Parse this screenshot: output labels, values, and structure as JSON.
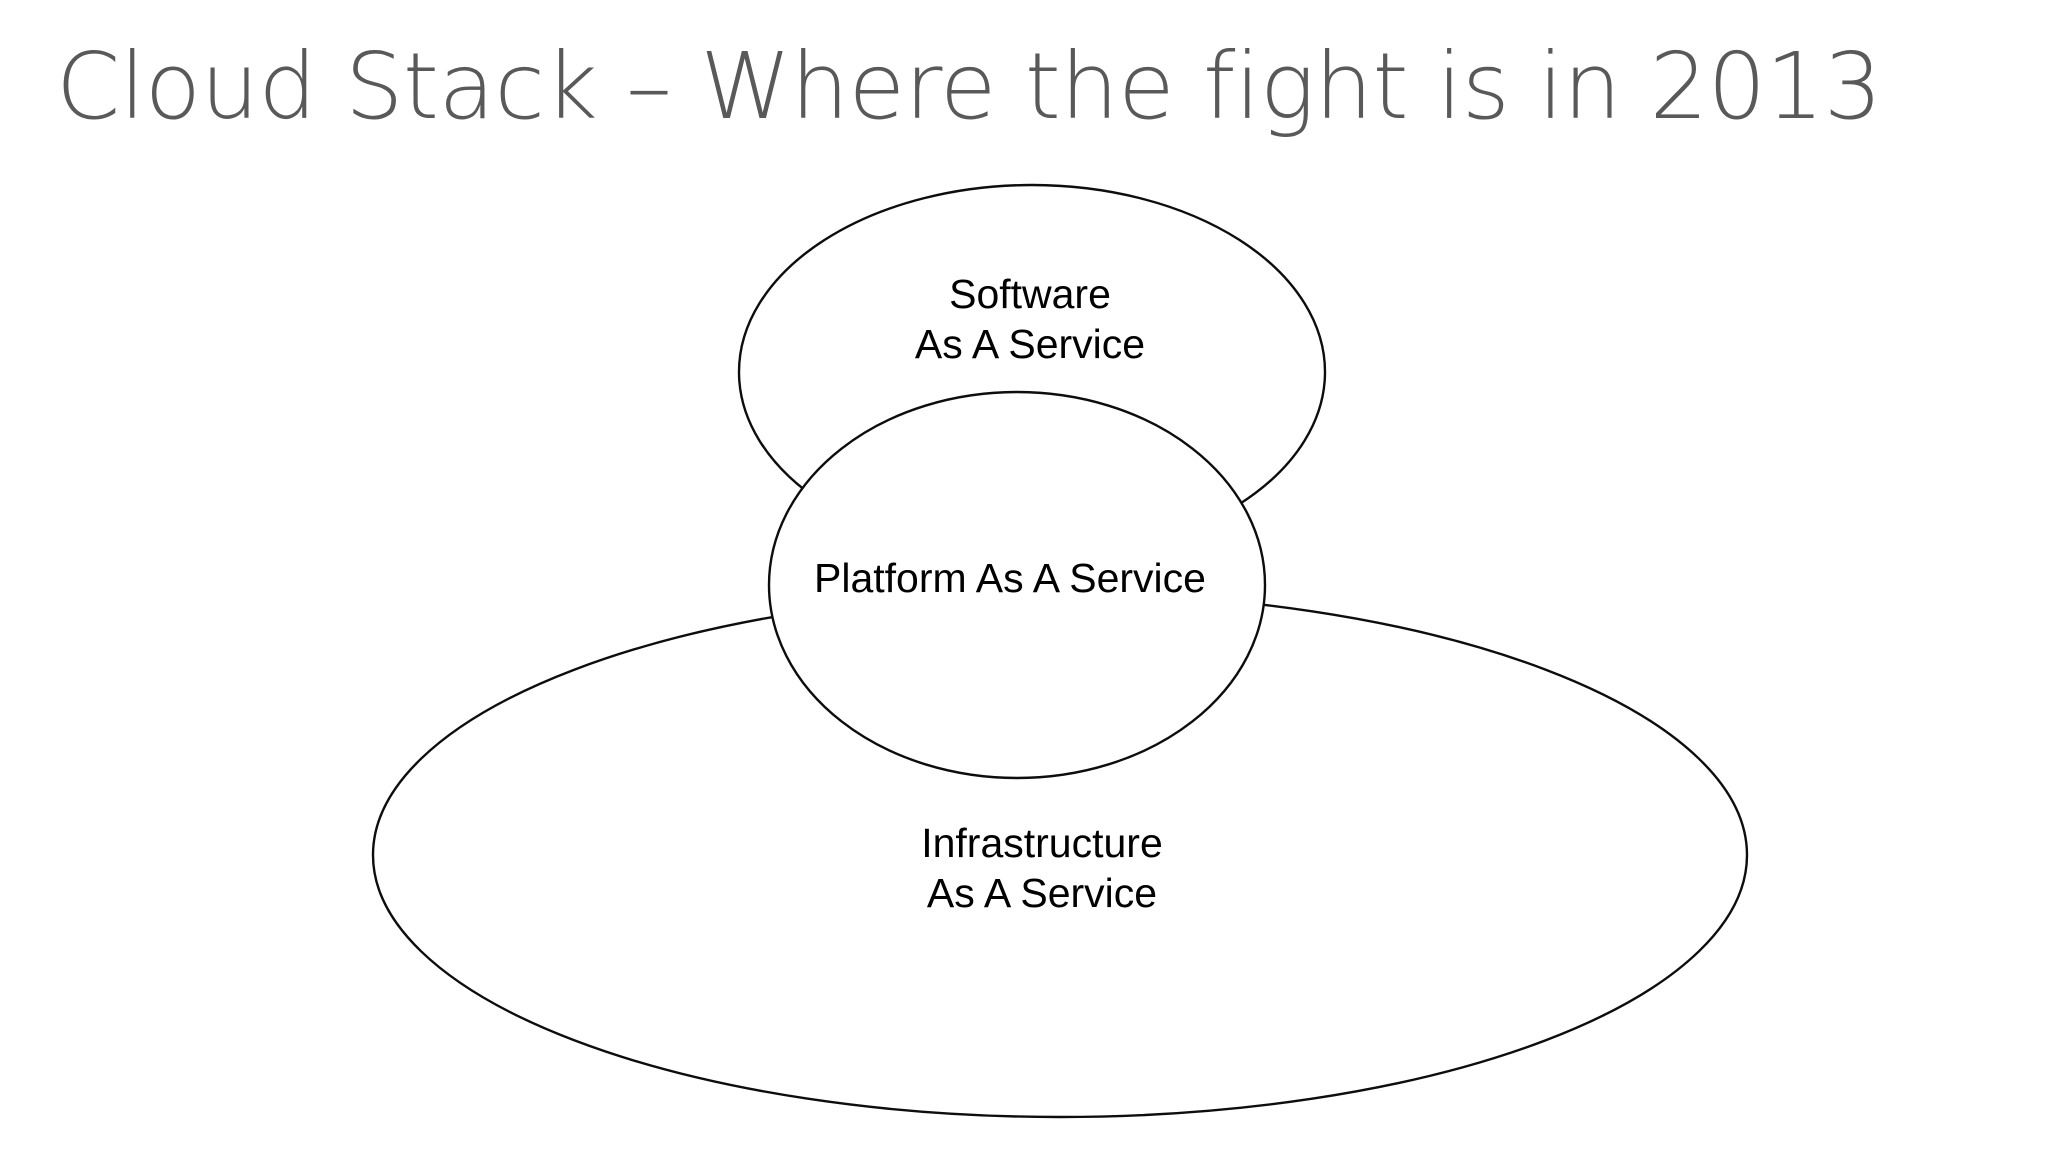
{
  "slide": {
    "title": "Cloud Stack – Where the fight is in 2013",
    "background_color": "#ffffff",
    "title_color": "#595959",
    "shape_stroke_color": "#0d0d0d",
    "shape_fill_color": "#ffffff",
    "label_color": "#000000"
  },
  "diagram": {
    "type": "stacked-venn",
    "layers": [
      {
        "id": "saas",
        "name": "Software As A Service",
        "label_lines": [
          "Software",
          "As A Service"
        ],
        "order": 1
      },
      {
        "id": "paas",
        "name": "Platform As A Service",
        "label_lines": [
          "Platform As A Service"
        ],
        "order": 2
      },
      {
        "id": "iaas",
        "name": "Infrastructure As A Service",
        "label_lines": [
          "Infrastructure",
          "As A Service"
        ],
        "order": 3
      }
    ]
  }
}
